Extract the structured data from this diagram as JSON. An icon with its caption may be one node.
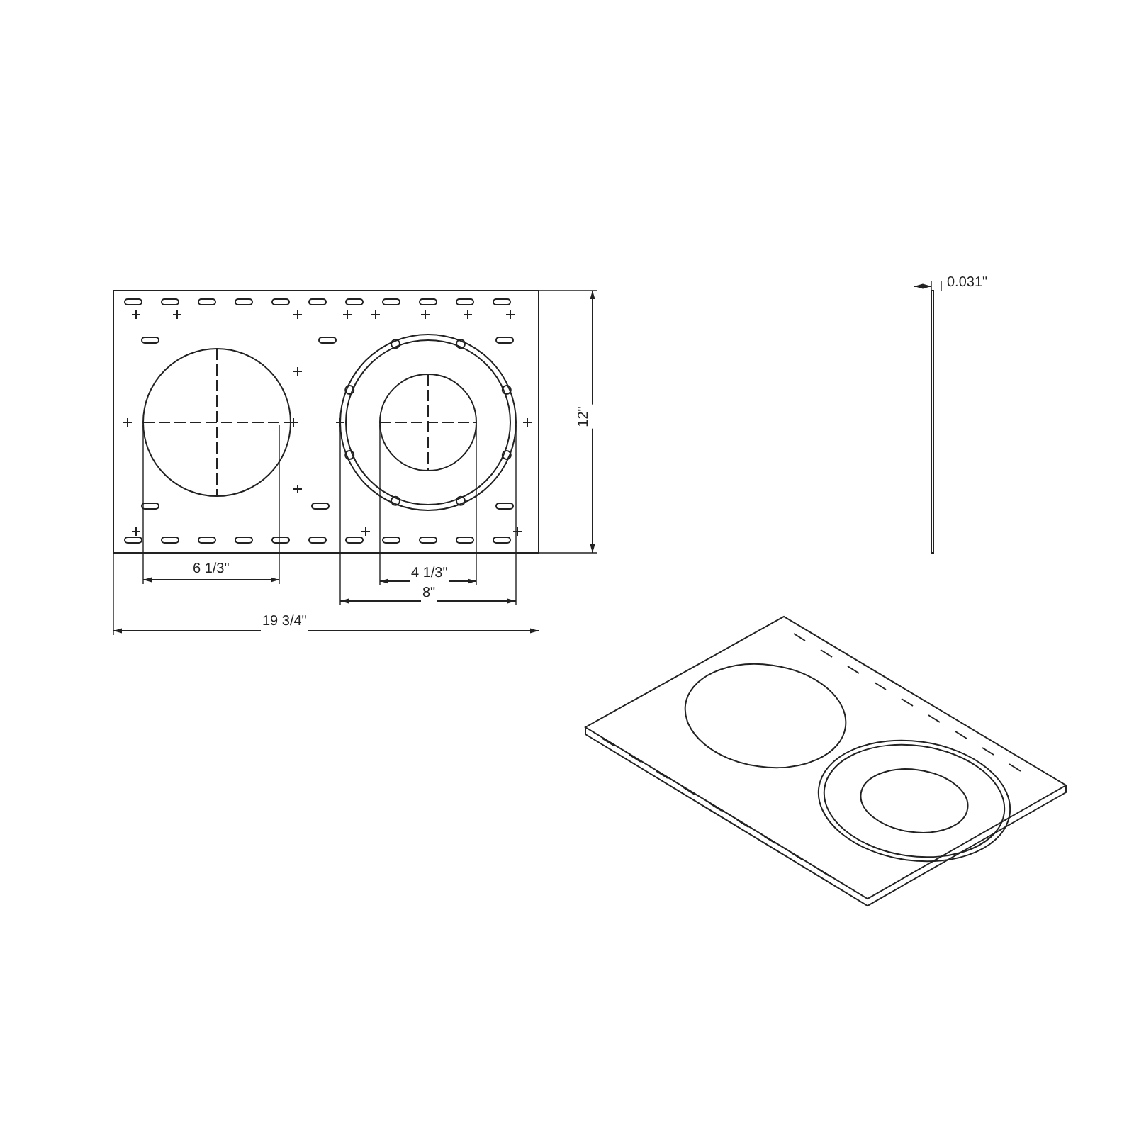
{
  "diagram": {
    "labels": [
      "0.031\"",
      "12\"",
      "6 1/3\"",
      "4 1/3\"",
      "8\"",
      "19 3/4\""
    ]
  }
}
